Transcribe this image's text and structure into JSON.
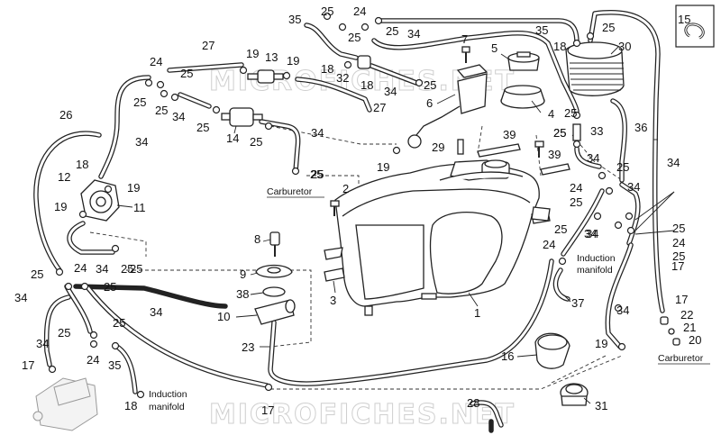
{
  "watermark": "MICROFICHES.NET",
  "captions": {
    "carburetor_left": "Carburetor",
    "carburetor_right": "Carburetor",
    "induction_right_1": "Induction",
    "induction_right_2": "manifold",
    "induction_bottom_1": "Induction",
    "induction_bottom_2": "manifold"
  },
  "labels": [
    {
      "id": "l1",
      "text": "1"
    },
    {
      "id": "l2",
      "text": "2"
    },
    {
      "id": "l3",
      "text": "3"
    },
    {
      "id": "l4",
      "text": "4"
    },
    {
      "id": "l5",
      "text": "5"
    },
    {
      "id": "l6",
      "text": "6"
    },
    {
      "id": "l7",
      "text": "7"
    },
    {
      "id": "l8",
      "text": "8"
    },
    {
      "id": "l9",
      "text": "9"
    },
    {
      "id": "l10",
      "text": "10"
    },
    {
      "id": "l11",
      "text": "11"
    },
    {
      "id": "l12",
      "text": "12"
    },
    {
      "id": "l13",
      "text": "13"
    },
    {
      "id": "l14",
      "text": "14"
    },
    {
      "id": "l15",
      "text": "15"
    },
    {
      "id": "l16",
      "text": "16"
    },
    {
      "id": "l17a",
      "text": "17"
    },
    {
      "id": "l17b",
      "text": "17"
    },
    {
      "id": "l17c",
      "text": "17"
    },
    {
      "id": "l17d",
      "text": "17"
    },
    {
      "id": "l18a",
      "text": "18"
    },
    {
      "id": "l18b",
      "text": "18"
    },
    {
      "id": "l18c",
      "text": "18"
    },
    {
      "id": "l18d",
      "text": "18"
    },
    {
      "id": "l18e",
      "text": "18"
    },
    {
      "id": "l19a",
      "text": "19"
    },
    {
      "id": "l19b",
      "text": "19"
    },
    {
      "id": "l19c",
      "text": "19"
    },
    {
      "id": "l19d",
      "text": "19"
    },
    {
      "id": "l19e",
      "text": "19"
    },
    {
      "id": "l19f",
      "text": "19"
    },
    {
      "id": "l20",
      "text": "20"
    },
    {
      "id": "l21",
      "text": "21"
    },
    {
      "id": "l22",
      "text": "22"
    },
    {
      "id": "l23",
      "text": "23"
    },
    {
      "id": "l24a",
      "text": "24"
    },
    {
      "id": "l24b",
      "text": "24"
    },
    {
      "id": "l24c",
      "text": "24"
    },
    {
      "id": "l24d",
      "text": "24"
    },
    {
      "id": "l24e",
      "text": "24"
    },
    {
      "id": "l24f",
      "text": "24"
    },
    {
      "id": "l24g",
      "text": "24"
    },
    {
      "id": "l25a",
      "text": "25"
    },
    {
      "id": "l25b",
      "text": "25"
    },
    {
      "id": "l25c",
      "text": "25"
    },
    {
      "id": "l25d",
      "text": "25"
    },
    {
      "id": "l25e",
      "text": "25"
    },
    {
      "id": "l25f",
      "text": "25"
    },
    {
      "id": "l25g",
      "text": "25"
    },
    {
      "id": "l25h",
      "text": "25"
    },
    {
      "id": "l25i",
      "text": "25"
    },
    {
      "id": "l25j",
      "text": "25"
    },
    {
      "id": "l25k",
      "text": "25"
    },
    {
      "id": "l25l",
      "text": "25"
    },
    {
      "id": "l25m",
      "text": "25"
    },
    {
      "id": "l25n",
      "text": "25"
    },
    {
      "id": "l25o",
      "text": "25"
    },
    {
      "id": "l25p",
      "text": "25"
    },
    {
      "id": "l25q",
      "text": "25"
    },
    {
      "id": "l25r",
      "text": "25"
    },
    {
      "id": "l25s",
      "text": "25"
    },
    {
      "id": "l25t",
      "text": "25"
    },
    {
      "id": "l25u",
      "text": "25"
    },
    {
      "id": "l25v",
      "text": "25"
    },
    {
      "id": "l25w",
      "text": "25"
    },
    {
      "id": "l25x",
      "text": "25"
    },
    {
      "id": "l25y",
      "text": "25"
    },
    {
      "id": "l25z",
      "text": "25"
    },
    {
      "id": "l26",
      "text": "26"
    },
    {
      "id": "l27a",
      "text": "27"
    },
    {
      "id": "l27b",
      "text": "27"
    },
    {
      "id": "l28",
      "text": "28"
    },
    {
      "id": "l29",
      "text": "29"
    },
    {
      "id": "l30",
      "text": "30"
    },
    {
      "id": "l31",
      "text": "31"
    },
    {
      "id": "l32",
      "text": "32"
    },
    {
      "id": "l33",
      "text": "33"
    },
    {
      "id": "l34a",
      "text": "34"
    },
    {
      "id": "l34b",
      "text": "34"
    },
    {
      "id": "l34c",
      "text": "34"
    },
    {
      "id": "l34d",
      "text": "34"
    },
    {
      "id": "l34e",
      "text": "34"
    },
    {
      "id": "l34f",
      "text": "34"
    },
    {
      "id": "l34g",
      "text": "34"
    },
    {
      "id": "l34h",
      "text": "34"
    },
    {
      "id": "l34i",
      "text": "34"
    },
    {
      "id": "l34j",
      "text": "34"
    },
    {
      "id": "l34k",
      "text": "34"
    },
    {
      "id": "l34l",
      "text": "34"
    },
    {
      "id": "l34m",
      "text": "34"
    },
    {
      "id": "l34n",
      "text": "34"
    },
    {
      "id": "l34o",
      "text": "34"
    },
    {
      "id": "l35a",
      "text": "35"
    },
    {
      "id": "l35b",
      "text": "35"
    },
    {
      "id": "l35c",
      "text": "35"
    },
    {
      "id": "l36",
      "text": "36"
    },
    {
      "id": "l37",
      "text": "37"
    },
    {
      "id": "l38",
      "text": "38"
    },
    {
      "id": "l39a",
      "text": "39"
    },
    {
      "id": "l39b",
      "text": "39"
    }
  ]
}
